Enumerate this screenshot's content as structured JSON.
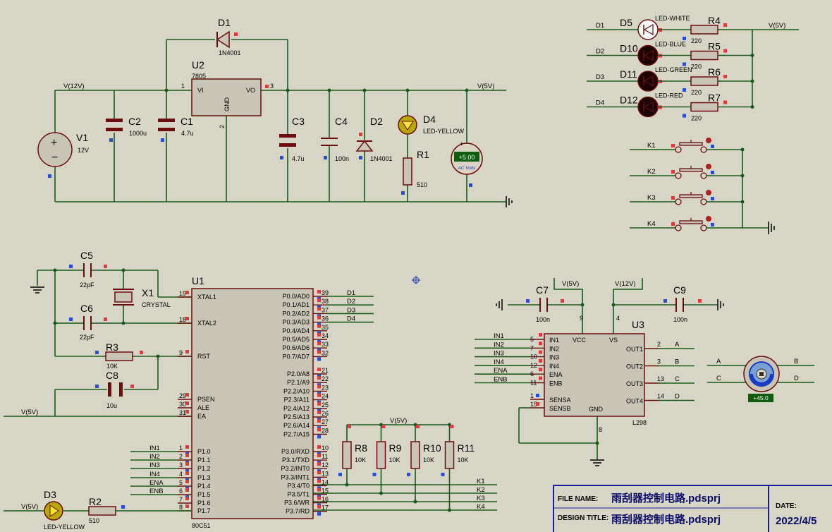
{
  "power": {
    "v12_net": "V(12V)",
    "v5_net": "V(5V)",
    "u2_ref": "U2",
    "u2_value": "7805",
    "u2_pin_vi": "VI",
    "u2_pin_vo": "VO",
    "u2_pin_gnd": "GND",
    "u2_pin1": "1",
    "u2_pin2": "2",
    "u2_pin3": "3",
    "d1_ref": "D1",
    "d1_value": "1N4001",
    "v1_ref": "V1",
    "v1_value": "12V",
    "c2_ref": "C2",
    "c2_value": "1000u",
    "c1_ref": "C1",
    "c1_value": "4.7u",
    "c3_ref": "C3",
    "c3_value": "4.7u",
    "c4_ref": "C4",
    "c4_value": "100n",
    "d2_ref": "D2",
    "d2_value": "1N4001",
    "d4_ref": "D4",
    "d4_value": "LED-YELLOW",
    "r1_ref": "R1",
    "r1_value": "510",
    "voltmeter_reading": "+5.00",
    "voltmeter_label": "AC Volts"
  },
  "leds": {
    "net_v5": "V(5V)",
    "rows": [
      {
        "net": "D1",
        "ref": "D5",
        "value": "LED-WHITE",
        "r": "R4",
        "rv": "220",
        "color": "#ffffff"
      },
      {
        "net": "D2",
        "ref": "D10",
        "value": "LED-BLUE",
        "r": "R5",
        "rv": "220",
        "color": "#1a0000"
      },
      {
        "net": "D3",
        "ref": "D11",
        "value": "LED-GREEN",
        "r": "R6",
        "rv": "220",
        "color": "#1a0000"
      },
      {
        "net": "D4",
        "ref": "D12",
        "value": "LED-RED",
        "r": "R7",
        "rv": "220",
        "color": "#1a0000"
      }
    ]
  },
  "keys": [
    "K1",
    "K2",
    "K3",
    "K4"
  ],
  "mcu": {
    "ref": "U1",
    "value": "80C51",
    "left_pins": [
      {
        "num": "19",
        "name": "XTAL1"
      },
      {
        "num": "18",
        "name": "XTAL2"
      },
      {
        "num": "9",
        "name": "RST"
      },
      {
        "num": "29",
        "name": "PSEN"
      },
      {
        "num": "30",
        "name": "ALE"
      },
      {
        "num": "31",
        "name": "EA"
      },
      {
        "num": "1",
        "name": "P1.0",
        "net": "IN1"
      },
      {
        "num": "2",
        "name": "P1.1",
        "net": "IN2"
      },
      {
        "num": "3",
        "name": "P1.2",
        "net": "IN3"
      },
      {
        "num": "4",
        "name": "P1.3",
        "net": "IN4"
      },
      {
        "num": "5",
        "name": "P1.4",
        "net": "ENA"
      },
      {
        "num": "6",
        "name": "P1.5",
        "net": "ENB"
      },
      {
        "num": "7",
        "name": "P1.6",
        "net": ""
      },
      {
        "num": "8",
        "name": "P1.7",
        "net": ""
      }
    ],
    "right_pins": [
      {
        "num": "39",
        "name": "P0.0/AD0",
        "net": "D1"
      },
      {
        "num": "38",
        "name": "P0.1/AD1",
        "net": "D2"
      },
      {
        "num": "37",
        "name": "P0.2/AD2",
        "net": "D3"
      },
      {
        "num": "36",
        "name": "P0.3/AD3",
        "net": "D4"
      },
      {
        "num": "35",
        "name": "P0.4/AD4",
        "net": ""
      },
      {
        "num": "34",
        "name": "P0.5/AD5",
        "net": ""
      },
      {
        "num": "33",
        "name": "P0.6/AD6",
        "net": ""
      },
      {
        "num": "32",
        "name": "P0.7/AD7",
        "net": ""
      },
      {
        "num": "21",
        "name": "P2.0/A8",
        "net": ""
      },
      {
        "num": "22",
        "name": "P2.1/A9",
        "net": ""
      },
      {
        "num": "23",
        "name": "P2.2/A10",
        "net": ""
      },
      {
        "num": "24",
        "name": "P2.3/A11",
        "net": ""
      },
      {
        "num": "25",
        "name": "P2.4/A12",
        "net": ""
      },
      {
        "num": "26",
        "name": "P2.5/A13",
        "net": ""
      },
      {
        "num": "27",
        "name": "P2.6/A14",
        "net": ""
      },
      {
        "num": "28",
        "name": "P2.7/A15",
        "net": ""
      },
      {
        "num": "10",
        "name": "P3.0/RXD",
        "net": ""
      },
      {
        "num": "11",
        "name": "P3.1/TXD",
        "net": ""
      },
      {
        "num": "12",
        "name": "P3.2/INT0",
        "net": ""
      },
      {
        "num": "13",
        "name": "P3.3/INT1",
        "net": ""
      },
      {
        "num": "14",
        "name": "P3.4/T0",
        "net": "K1"
      },
      {
        "num": "15",
        "name": "P3.5/T1",
        "net": "K2"
      },
      {
        "num": "16",
        "name": "P3.6/WR",
        "net": "K3"
      },
      {
        "num": "17",
        "name": "P3.7/RD",
        "net": "K4"
      }
    ]
  },
  "osc": {
    "c5_ref": "C5",
    "c5_value": "22pF",
    "c6_ref": "C6",
    "c6_value": "22pF",
    "x1_ref": "X1",
    "x1_value": "CRYSTAL",
    "r3_ref": "R3",
    "r3_value": "10K",
    "c8_ref": "C8",
    "c8_value": "10u",
    "v5_net": "V(5V)"
  },
  "d3": {
    "net": "V(5V)",
    "ref": "D3",
    "value": "LED-YELLOW",
    "r": "R2",
    "rv": "510"
  },
  "pullups": {
    "net": "V(5V)",
    "items": [
      {
        "ref": "R8",
        "value": "10K"
      },
      {
        "ref": "R9",
        "value": "10K"
      },
      {
        "ref": "R10",
        "value": "10K"
      },
      {
        "ref": "R11",
        "value": "10K"
      }
    ]
  },
  "driver": {
    "ref": "U3",
    "value": "L298",
    "c7_ref": "C7",
    "c7_value": "100n",
    "c9_ref": "C9",
    "c9_value": "100n",
    "v5_net": "V(5V)",
    "v12_net": "V(12V)",
    "pin_vcc_num": "9",
    "pin_vs_num": "4",
    "pin_gnd_num": "8",
    "vcc": "VCC",
    "vs": "VS",
    "gnd": "GND",
    "inputs": [
      {
        "net": "IN1",
        "num": "5",
        "name": "IN1"
      },
      {
        "net": "IN2",
        "num": "7",
        "name": "IN2"
      },
      {
        "net": "IN3",
        "num": "10",
        "name": "IN3"
      },
      {
        "net": "IN4",
        "num": "12",
        "name": "IN4"
      },
      {
        "net": "ENA",
        "num": "6",
        "name": "ENA"
      },
      {
        "net": "ENB",
        "num": "11",
        "name": "ENB"
      }
    ],
    "sense": [
      {
        "num": "1",
        "name": "SENSA"
      },
      {
        "num": "15",
        "name": "SENSB"
      }
    ],
    "outputs": [
      {
        "num": "2",
        "name": "OUT1",
        "net": "A"
      },
      {
        "num": "3",
        "name": "OUT2",
        "net": "B"
      },
      {
        "num": "13",
        "name": "OUT3",
        "net": "C"
      },
      {
        "num": "14",
        "name": "OUT4",
        "net": "D"
      }
    ]
  },
  "motor": {
    "a": "A",
    "b": "B",
    "c": "C",
    "d": "D",
    "reading": "+45.0"
  },
  "title_block": {
    "file_label": "FILE NAME:",
    "file_value": "雨刮器控制电路.pdsprj",
    "design_label": "DESIGN TITLE:",
    "design_value": "雨刮器控制电路.pdsprj",
    "date_label": "DATE:",
    "date_value": "2022/4/5"
  }
}
